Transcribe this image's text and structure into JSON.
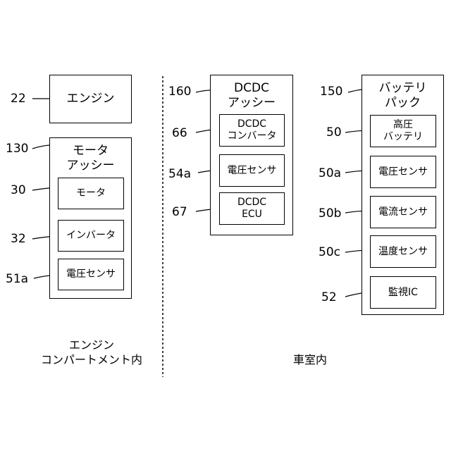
{
  "engine": {
    "ref": "22",
    "label": "エンジン"
  },
  "motor_assembly": {
    "ref": "130",
    "title": "モータ\nアッシー",
    "components": [
      {
        "ref": "30",
        "label": "モータ"
      },
      {
        "ref": "32",
        "label": "インバータ"
      },
      {
        "ref": "51a",
        "label": "電圧センサ"
      }
    ]
  },
  "dcdc_assembly": {
    "ref": "160",
    "title": "DCDC\nアッシー",
    "components": [
      {
        "ref": "66",
        "label": "DCDC\nコンバータ"
      },
      {
        "ref": "54a",
        "label": "電圧センサ"
      },
      {
        "ref": "67",
        "label": "DCDC\nECU"
      }
    ]
  },
  "battery_pack": {
    "ref": "150",
    "title": "バッテリ\nパック",
    "components": [
      {
        "ref": "50",
        "label": "高圧\nバッテリ"
      },
      {
        "ref": "50a",
        "label": "電圧センサ"
      },
      {
        "ref": "50b",
        "label": "電流センサ"
      },
      {
        "ref": "50c",
        "label": "温度センサ"
      },
      {
        "ref": "52",
        "label": "監視IC"
      }
    ]
  },
  "zones": {
    "engine_compartment": "エンジン\nコンパートメント内",
    "cabin": "車室内"
  }
}
